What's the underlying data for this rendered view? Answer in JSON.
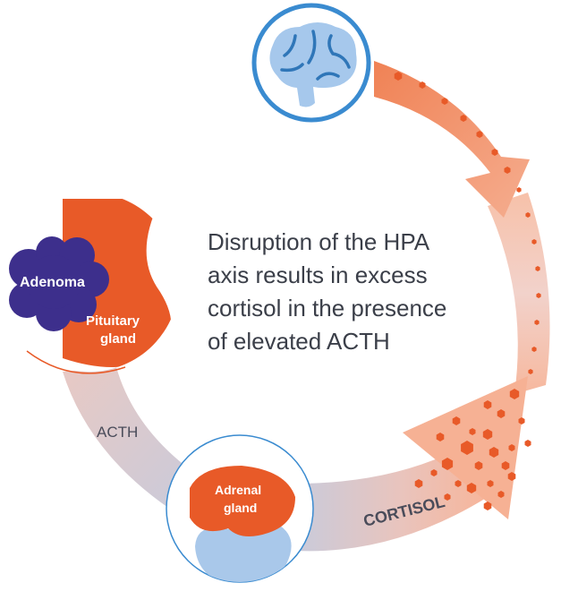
{
  "caption": {
    "lines": [
      "Disruption of the HPA",
      "axis results in excess",
      "cortisol in the presence",
      "of elevated ACTH"
    ]
  },
  "labels": {
    "adenoma": "Adenoma",
    "pituitary_line1": "Pituitary",
    "pituitary_line2": "gland",
    "acth": "ACTH",
    "adrenal_line1": "Adrenal",
    "adrenal_line2": "gland",
    "cortisol": "CORTISOL"
  },
  "icons": {
    "brain": "brain-icon",
    "pituitary": "pituitary-gland-icon",
    "adrenal": "adrenal-gland-icon",
    "adenoma": "adenoma-icon"
  },
  "colors": {
    "orange": "#e85a28",
    "purple": "#3d2f8c",
    "blue_ring": "#3a8bd0",
    "brain_fill": "#a6c8ec",
    "kidney_blue": "#a9c8ea",
    "caption_text": "#3b3f49",
    "flow_gray": "#c8ccd8",
    "flow_peach": "#f6b79c"
  }
}
